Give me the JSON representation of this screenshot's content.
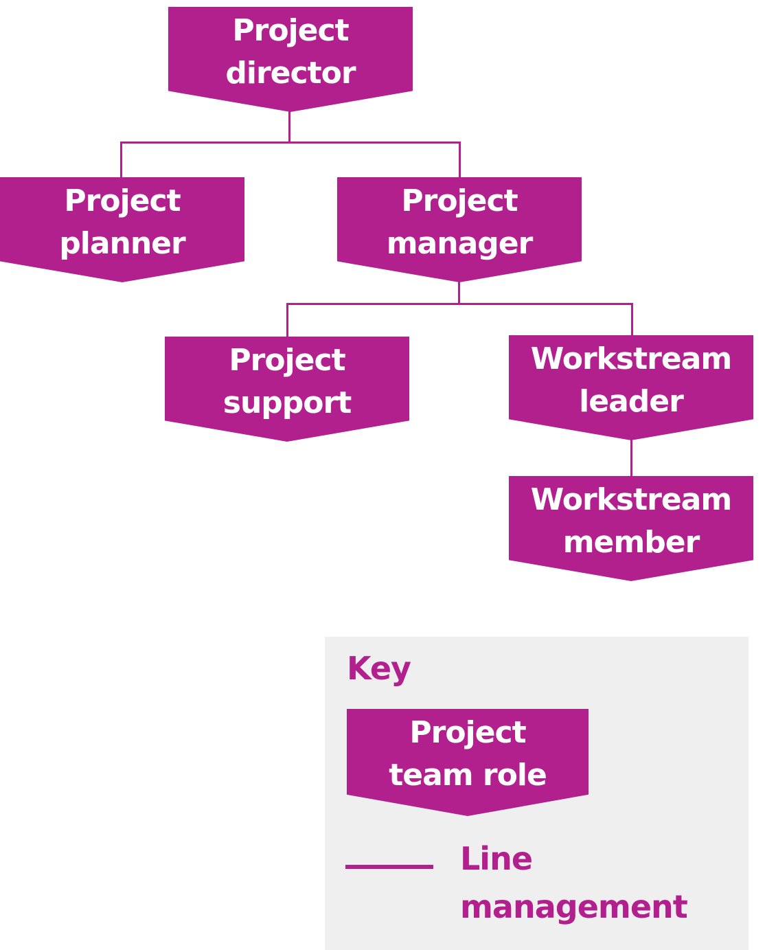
{
  "palette": {
    "magenta": "#b2208e",
    "panel_background": "#f0efef",
    "banner_text": "#ffffff",
    "page_background": "#ffffff"
  },
  "org_chart": {
    "nodes": {
      "director": {
        "line1": "Project",
        "line2": "director"
      },
      "planner": {
        "line1": "Project",
        "line2": "planner"
      },
      "manager": {
        "line1": "Project",
        "line2": "manager"
      },
      "support": {
        "line1": "Project",
        "line2": "support"
      },
      "leader": {
        "line1": "Workstream",
        "line2": "leader"
      },
      "member": {
        "line1": "Workstream",
        "line2": "member"
      }
    },
    "relations": [
      {
        "parent": "Project director",
        "child": "Project planner"
      },
      {
        "parent": "Project director",
        "child": "Project manager"
      },
      {
        "parent": "Project manager",
        "child": "Project support"
      },
      {
        "parent": "Project manager",
        "child": "Workstream leader"
      },
      {
        "parent": "Workstream leader",
        "child": "Workstream member"
      }
    ]
  },
  "key": {
    "title": "Key",
    "role_shape": {
      "line1": "Project",
      "line2": "team role"
    },
    "line_legend": {
      "line1": "Line",
      "line2": "management"
    }
  }
}
